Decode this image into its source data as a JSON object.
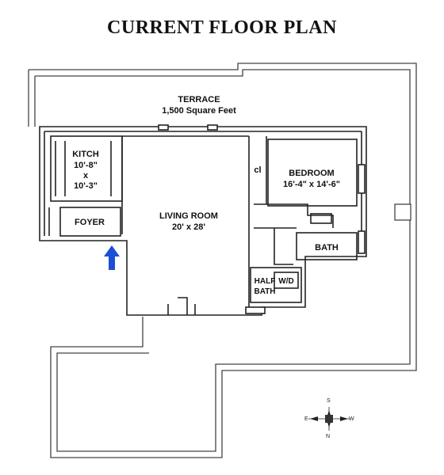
{
  "title": "CURRENT FLOOR PLAN",
  "rooms": {
    "terrace": {
      "name": "TERRACE",
      "area": "1,500 Square Feet"
    },
    "kitchen": {
      "name": "KITCH",
      "dim1": "10'-8\"",
      "x": "x",
      "dim2": "10'-3\""
    },
    "foyer": {
      "name": "FOYER"
    },
    "living_room": {
      "name": "LIVING ROOM",
      "dims": "20' x 28'"
    },
    "closet": {
      "name": "cl"
    },
    "bedroom": {
      "name": "BEDROOM",
      "dims": "16'-4\" x 14'-6\""
    },
    "bath": {
      "name": "BATH"
    },
    "half_bath": {
      "line1": "HALF",
      "line2": "BATH"
    },
    "washer_dryer": {
      "name": "W/D"
    }
  },
  "compass": {
    "s": "S",
    "e": "E",
    "w": "W",
    "n": "N"
  },
  "entry_arrow_color": "#1a4fd6"
}
